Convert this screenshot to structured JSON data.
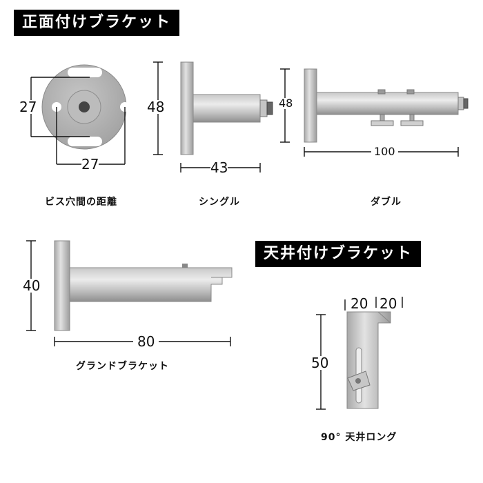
{
  "sections": {
    "wall_bracket": {
      "title": "正面付けブラケット"
    },
    "ceiling_bracket": {
      "title": "天井付けブラケット"
    }
  },
  "items": {
    "screw_pitch": {
      "caption": "ビス穴間の距離",
      "dim_vertical": "27",
      "dim_horizontal": "27"
    },
    "single": {
      "caption": "シングル",
      "dim_height": "48",
      "dim_length": "43"
    },
    "double": {
      "caption": "ダブル",
      "dim_height": "48",
      "dim_length": "100"
    },
    "grand": {
      "caption": "グランドブラケット",
      "dim_height": "40",
      "dim_length": "80"
    },
    "ceiling_long": {
      "caption": "90° 天井ロング",
      "dim_top_a": "20",
      "dim_top_b": "20",
      "dim_height": "50"
    }
  },
  "colors": {
    "metal_light": "#dcdcdc",
    "metal_mid": "#b8b8b8",
    "metal_dark": "#7a7a7a",
    "banner_bg": "#000000",
    "banner_text": "#ffffff"
  }
}
